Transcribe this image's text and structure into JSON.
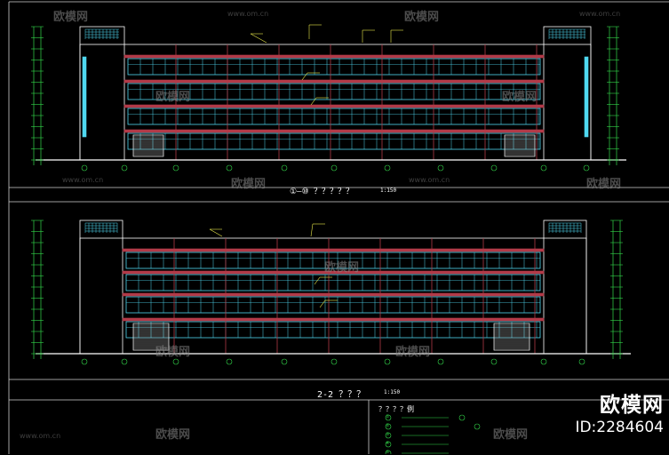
{
  "drawing": {
    "colors": {
      "background": "#000000",
      "outline": "#ffffff",
      "floor_band": "#b23a48",
      "window": "#4fd8f0",
      "dimension": "#33d94a",
      "annotation": "#e8e84a",
      "frame": "#cfcfcf"
    },
    "elevation_top": {
      "title": "①—⑩ ？？？？？",
      "scale": "1:150"
    },
    "elevation_bottom": {
      "title": "2-2 ？？？",
      "scale": "1:150"
    },
    "legend": {
      "title": "？？？？例",
      "items": [
        "①",
        "②",
        "③",
        "④",
        "⑤"
      ]
    }
  },
  "watermark": {
    "brand": "欧模网",
    "url": "www.om.cn"
  },
  "brand": {
    "name": "欧模网",
    "id": "ID:2284604"
  }
}
